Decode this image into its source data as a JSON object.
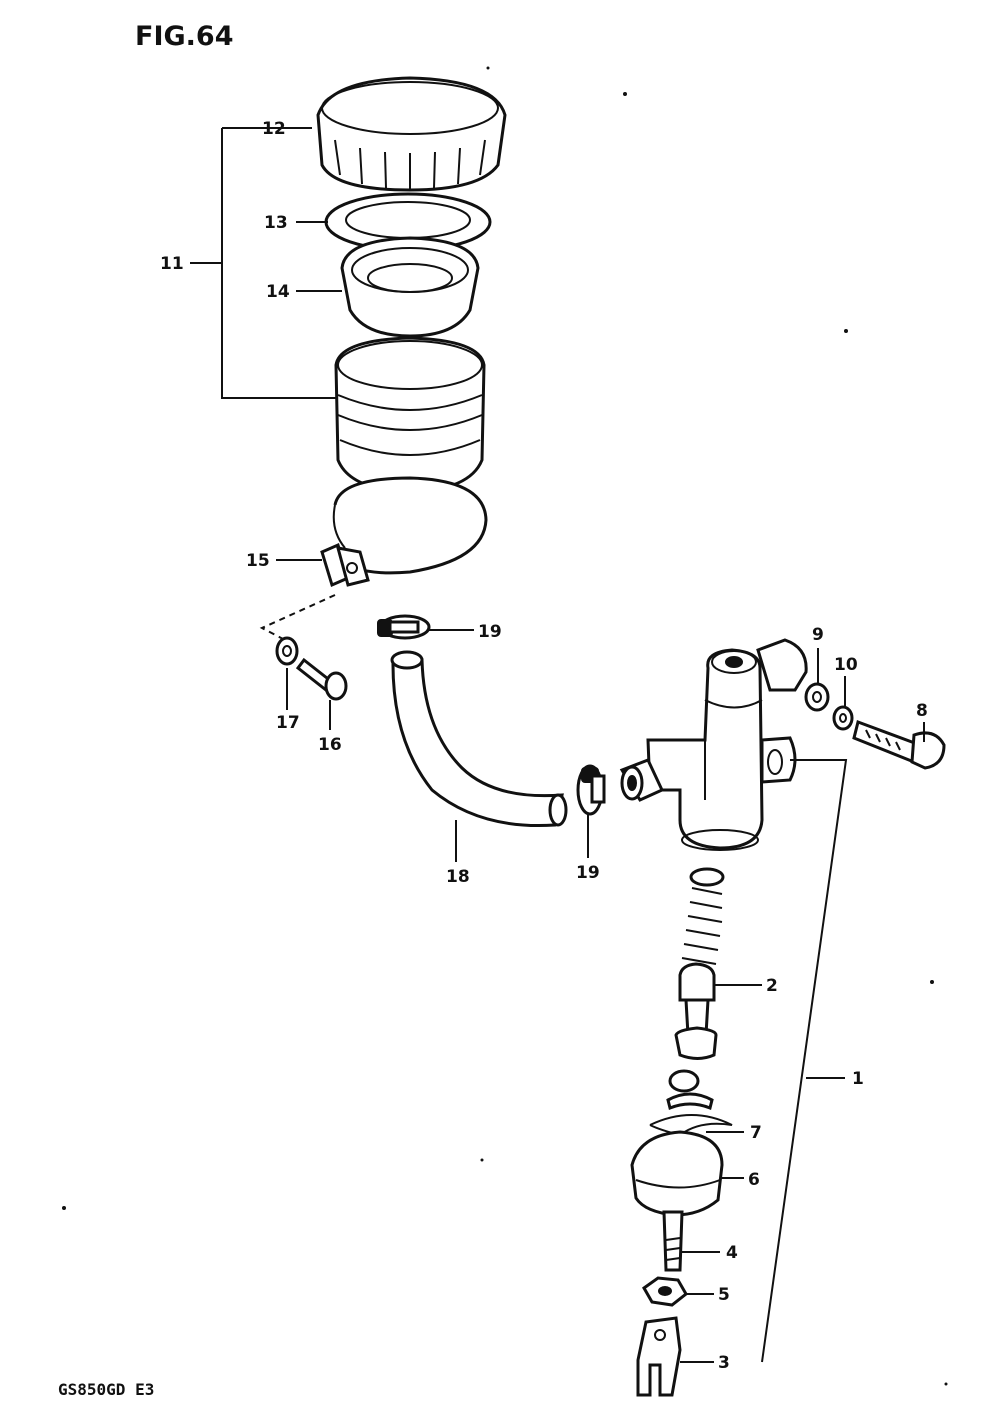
{
  "title": "FIG.64",
  "footer": "GS850GD E3",
  "labels": {
    "l1": "1",
    "l2": "2",
    "l3": "3",
    "l4": "4",
    "l5": "5",
    "l6": "6",
    "l7": "7",
    "l8": "8",
    "l9": "9",
    "l10": "10",
    "l11": "11",
    "l12": "12",
    "l13": "13",
    "l14": "14",
    "l15": "15",
    "l16": "16",
    "l17": "17",
    "l18": "18",
    "l19a": "19",
    "l19b": "19"
  }
}
